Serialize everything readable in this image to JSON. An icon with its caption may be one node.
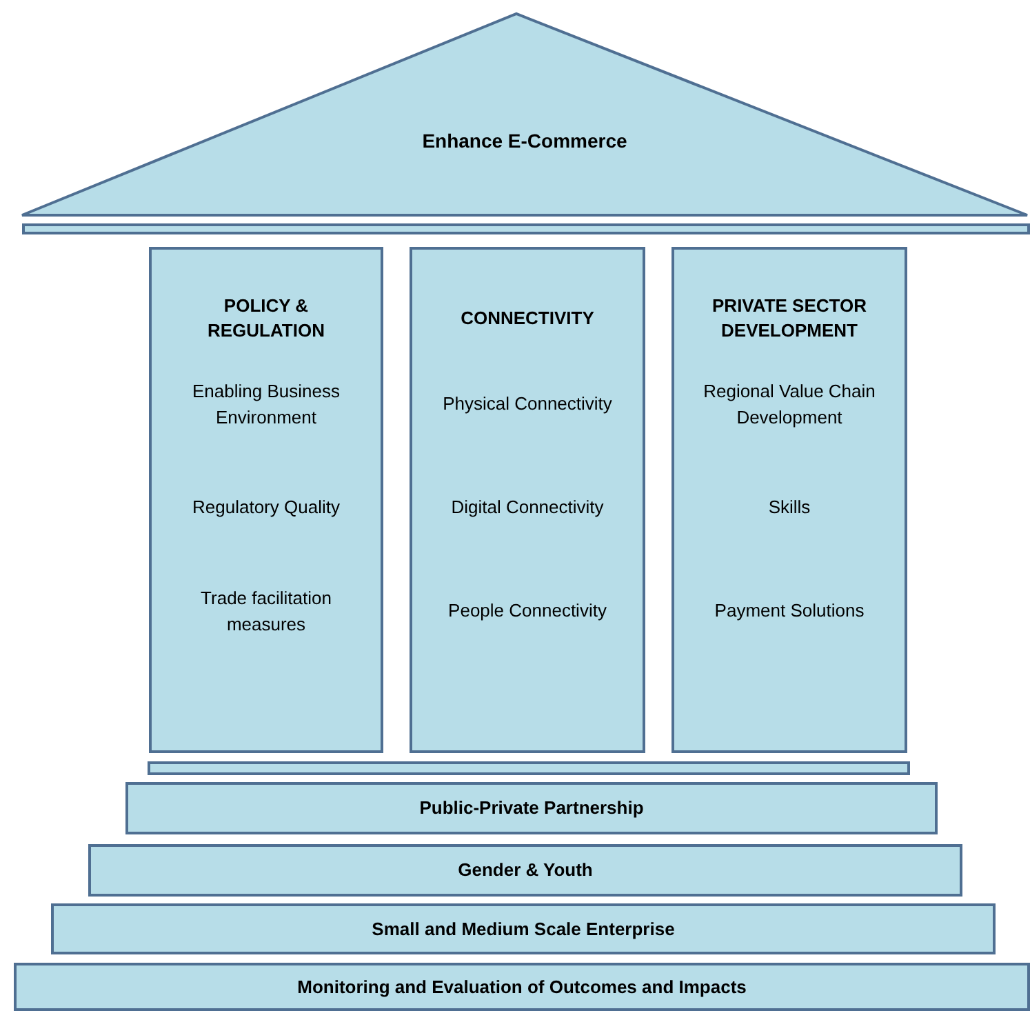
{
  "diagram": {
    "nodes": [
      {
        "text": [
          "Enhance E-Commerce"
        ]
      },
      {
        "text": [],
        "shape": "bar"
      },
      {
        "text": [
          "POLICY & REGULATION",
          "Enabling Business Environment",
          "Regulatory Quality",
          "Trade facilitation measures"
        ]
      },
      {
        "text": [
          "CONNECTIVITY",
          "Physical Connectivity",
          "Digital Connectivity",
          "People Connectivity"
        ]
      },
      {
        "text": [
          "PRIVATE SECTOR DEVELOPMENT",
          "Regional Value Chain Development",
          "Skills",
          "Payment Solutions"
        ]
      },
      {
        "text": [],
        "shape": "bar"
      },
      {
        "text": [
          "Public-Private Partnership"
        ]
      },
      {
        "text": [
          "Gender & Youth"
        ]
      },
      {
        "text": [
          "Small and Medium Scale Enterprise"
        ]
      },
      {
        "text": [
          "Monitoring and Evaluation of Outcomes and Impacts"
        ]
      }
    ]
  }
}
